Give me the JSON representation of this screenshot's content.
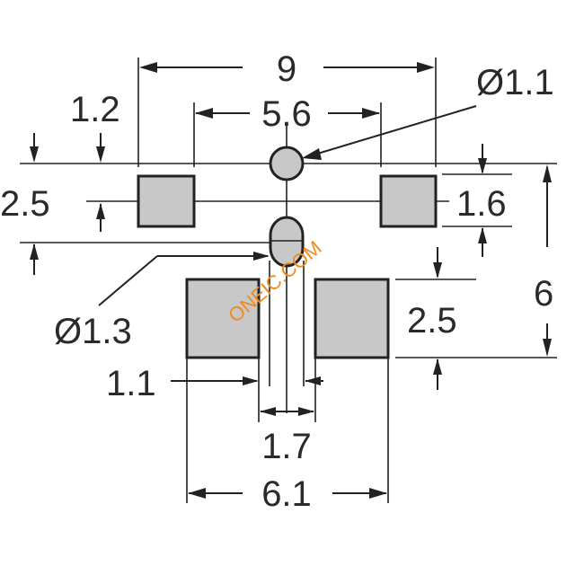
{
  "labels": {
    "overall_width": "9",
    "hole_spacing": "5.6",
    "small_hole_dia": "Ø1.1",
    "pad_offset": "1.2",
    "side_pad_height": "2.5",
    "side_pad_width": "1.6",
    "large_hole_dia": "Ø1.3",
    "overall_height": "6",
    "center_pad_height": "2.5",
    "gap_offset": "1.1",
    "center_gap": "1.7",
    "center_pads_width": "6.1"
  },
  "watermark": "ONEIC.COM",
  "colors": {
    "pad_fill": "#c8c8c8",
    "line": "#222222",
    "watermark": "#f08a1c"
  }
}
